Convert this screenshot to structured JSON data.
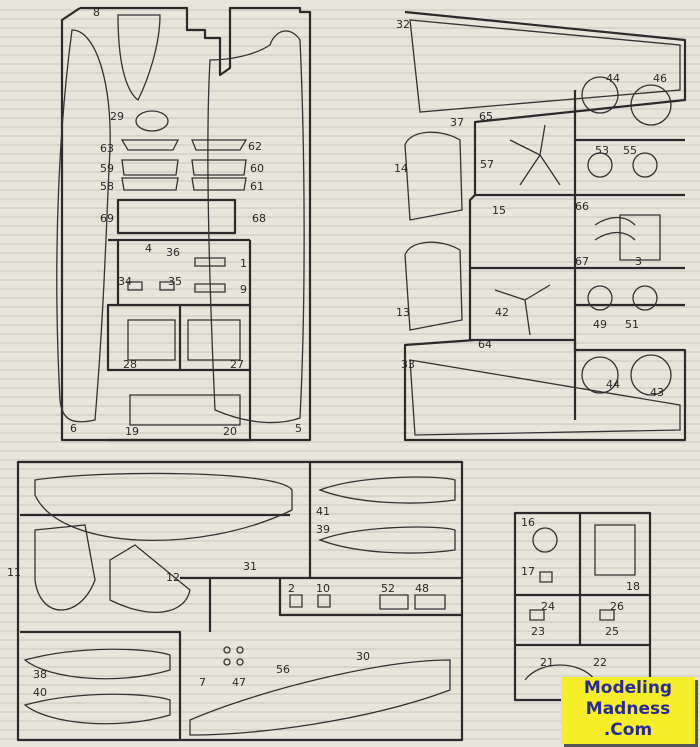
{
  "title": "Kit sprue parts layout diagram",
  "part_numbers": {
    "sprue_a": [
      "8",
      "29",
      "63",
      "59",
      "58",
      "69",
      "62",
      "60",
      "61",
      "68",
      "4",
      "36",
      "1",
      "34",
      "35",
      "9",
      "28",
      "27",
      "6",
      "19",
      "20",
      "5"
    ],
    "sprue_b": [
      "32",
      "37",
      "65",
      "57",
      "44",
      "46",
      "53",
      "55",
      "14",
      "15",
      "66",
      "67",
      "3",
      "13",
      "42",
      "64",
      "49",
      "51",
      "44",
      "43",
      "33"
    ],
    "sprue_c": [
      "41",
      "39",
      "11",
      "12",
      "31",
      "2",
      "10",
      "52",
      "48",
      "38",
      "40",
      "7",
      "47",
      "56",
      "30"
    ],
    "sprue_d": [
      "16",
      "17",
      "18",
      "24",
      "23",
      "26",
      "25",
      "21",
      "22"
    ]
  },
  "logo": {
    "line1": "Modeling",
    "line2": "Madness",
    "line3": ".Com"
  }
}
